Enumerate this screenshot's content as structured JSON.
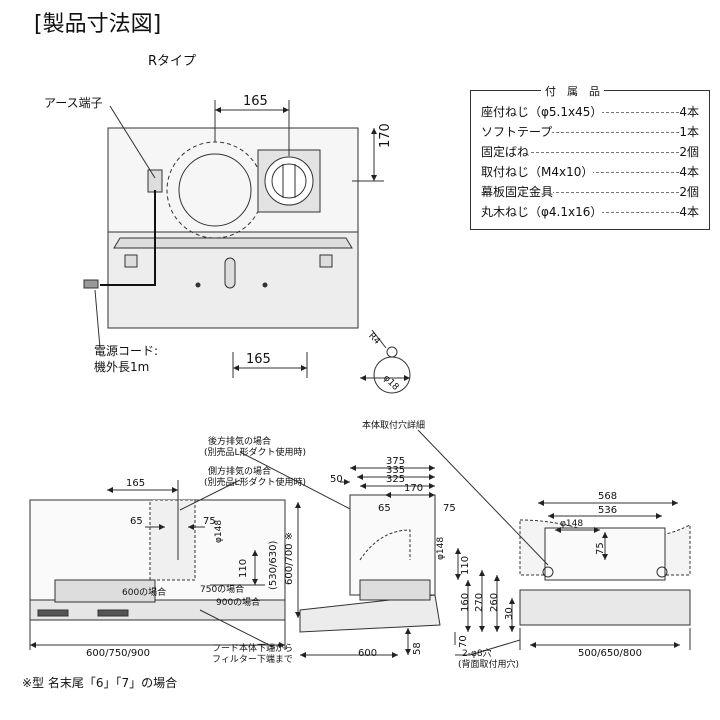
{
  "title": "[製品寸法図]",
  "subtitle": "Rタイプ",
  "accessories": {
    "header": "付　属　品",
    "items": [
      {
        "name": "座付ねじ（φ5.1x45）",
        "qty": "4本"
      },
      {
        "name": "ソフトテープ",
        "qty": "1本"
      },
      {
        "name": "固定ばね",
        "qty": "2個"
      },
      {
        "name": "取付ねじ（M4x10）",
        "qty": "4本"
      },
      {
        "name": "幕板固定金具",
        "qty": "2個"
      },
      {
        "name": "丸木ねじ（φ4.1x16）",
        "qty": "4本"
      }
    ]
  },
  "labels": {
    "earth": "アース端子",
    "power_cord": "電源コード:",
    "cord_length": "機外長1m",
    "rear_exhaust": "後方排気の場合",
    "rear_exhaust_note": "(別売品L形ダクト使用時)",
    "side_exhaust": "側方排気の場合",
    "side_exhaust_note": "(別売品L形ダクト使用時)",
    "mount_detail": "本体取付穴詳細",
    "hood_bottom_1": "フード本体下端から",
    "hood_bottom_2": "フィルター下端まで",
    "hole_note_1": "2-φ8穴",
    "hole_note_2": "(背面取付用穴)",
    "case_600": "600の場合",
    "case_750": "750の場合",
    "case_900": "900の場合",
    "footnote": "※型 名末尾「6」「7」の場合",
    "r4": "R4",
    "phi18": "φ18",
    "phi148": "φ148"
  },
  "dims": {
    "top_165": "165",
    "top_170": "170",
    "bottom_165": "165",
    "f_165": "165",
    "f_65": "65",
    "f_75": "75",
    "f_110": "110",
    "f_width": "600/750/900",
    "s_375": "375",
    "s_335": "335",
    "s_325": "325",
    "s_170": "170",
    "s_50": "50",
    "s_65": "65",
    "s_75": "75",
    "s_110": "110",
    "s_height": "(530/630)",
    "s_height2": "600/700 ※",
    "s_600": "600",
    "s_58": "58",
    "s_70": "70",
    "s_160": "160",
    "s_270": "270",
    "s_260": "260",
    "s_30": "30",
    "r_568": "568",
    "r_536": "536",
    "r_75": "75",
    "r_width": "500/650/800"
  }
}
